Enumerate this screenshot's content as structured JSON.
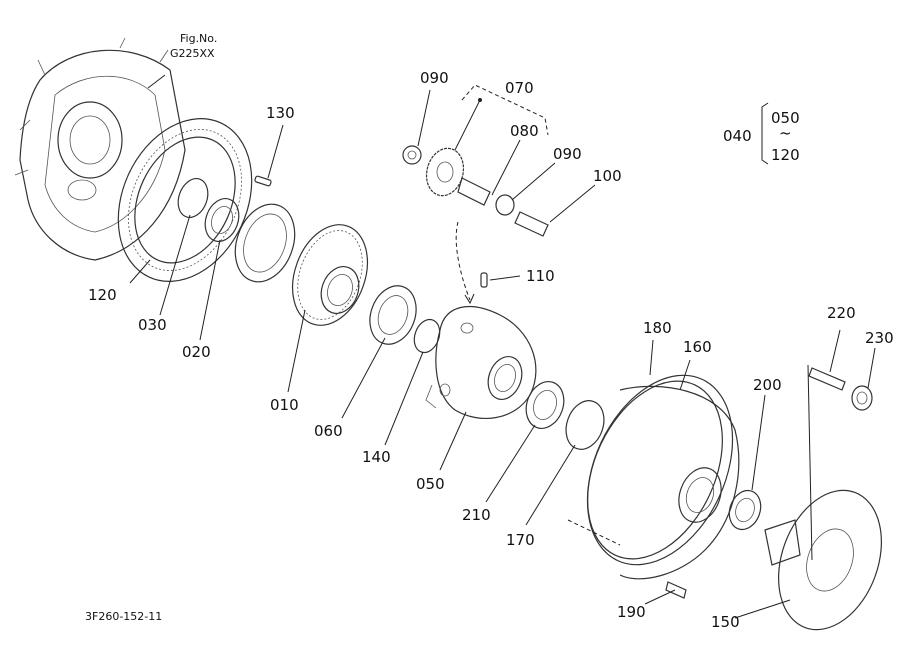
{
  "figure_ref": {
    "line1": "Fig.No.",
    "line2": "G225XX"
  },
  "code": "3F260-152-11",
  "callouts": {
    "p010": "010",
    "p020": "020",
    "p030": "030",
    "p040": "040",
    "p050": "050",
    "p050b": "050",
    "p060": "060",
    "p070": "070",
    "p080": "080",
    "p090a": "090",
    "p090b": "090",
    "p100": "100",
    "p110": "110",
    "p120": "120",
    "p120b": "120",
    "p130": "130",
    "p140": "140",
    "p150": "150",
    "p160": "160",
    "p170": "170",
    "p180": "180",
    "p190": "190",
    "p200": "200",
    "p210": "210",
    "p220": "220",
    "p230": "230"
  },
  "range_tilde": "~"
}
